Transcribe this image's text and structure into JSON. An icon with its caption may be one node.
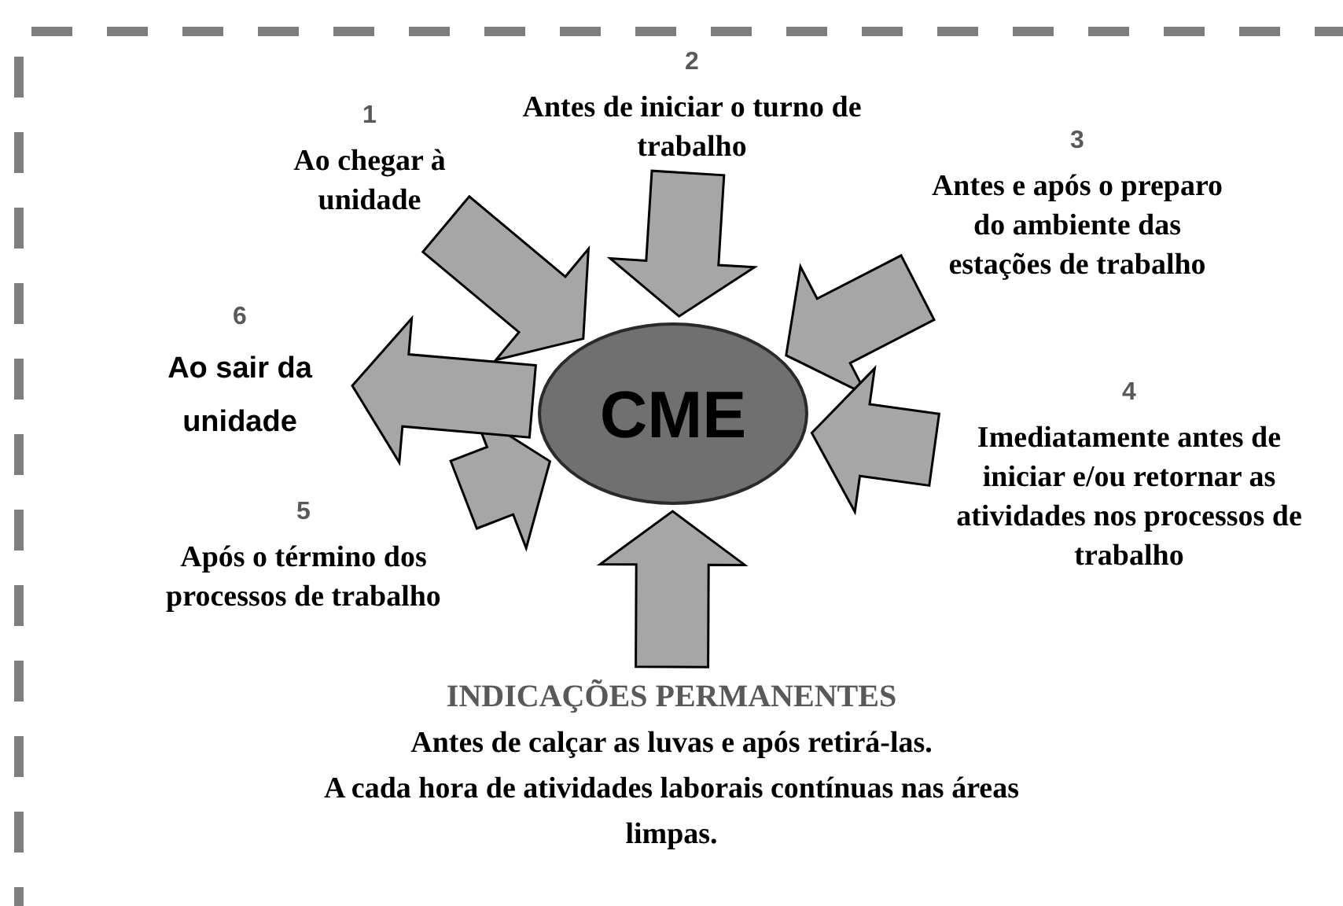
{
  "diagram": {
    "nodes": [
      {
        "text": [
          "CME"
        ]
      },
      {
        "text": [
          "1",
          "Ao chegar à unidade"
        ]
      },
      {
        "text": [
          "2",
          "Antes de iniciar o turno de trabalho"
        ]
      },
      {
        "text": [
          "3",
          "Antes e após o preparo do ambiente das estações de trabalho"
        ]
      },
      {
        "text": [
          "4",
          "Imediatamente antes de iniciar e/ou retornar as atividades nos processos de trabalho"
        ]
      },
      {
        "text": [
          "5",
          "Após o término dos processos de trabalho"
        ]
      },
      {
        "text": [
          "6",
          "Ao sair da unidade"
        ]
      },
      {
        "text": [
          "INDICAÇÕES PERMANENTES",
          "Antes de calçar as luvas e após retirá-las.",
          "A cada hora de atividades laborais contínuas nas áreas limpas."
        ]
      }
    ],
    "edges": [
      {
        "from": 1,
        "to": 0,
        "arrow": "to"
      },
      {
        "from": 2,
        "to": 0,
        "arrow": "to"
      },
      {
        "from": 3,
        "to": 0,
        "arrow": "to"
      },
      {
        "from": 4,
        "to": 0,
        "arrow": "to"
      },
      {
        "from": 7,
        "to": 0,
        "arrow": "to"
      },
      {
        "from": 5,
        "to": 0,
        "arrow": "to"
      },
      {
        "from": 0,
        "to": 6,
        "arrow": "to"
      }
    ]
  }
}
